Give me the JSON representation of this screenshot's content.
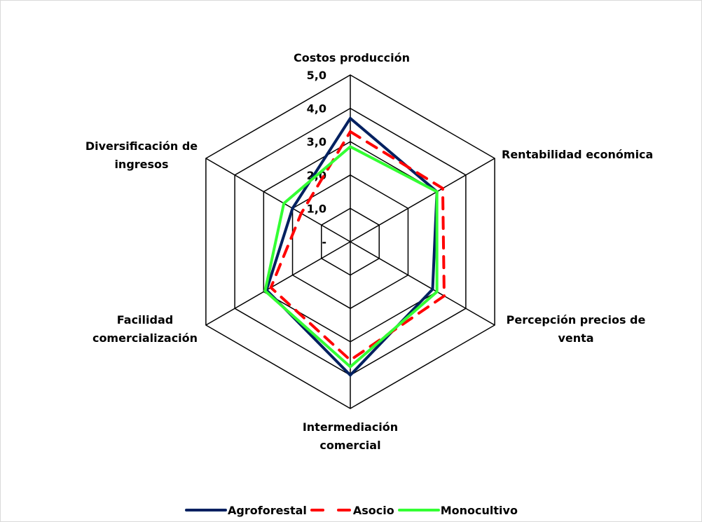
{
  "chart_data": {
    "type": "radar",
    "title": "",
    "categories": [
      "Costos producción",
      "Rentabilidad económica",
      "Percepción precios de venta",
      "Intermediación comercial",
      "Facilidad comercialización",
      "Diversificación de ingresos"
    ],
    "category_label_lines": [
      [
        "Costos producción"
      ],
      [
        "Rentabilidad económica"
      ],
      [
        "Percepción precios de",
        "venta"
      ],
      [
        "Intermediación",
        "comercial"
      ],
      [
        "Facilidad",
        "comercialización"
      ],
      [
        "Diversificación de",
        "ingresos"
      ]
    ],
    "range": [
      0,
      5
    ],
    "ticks": [
      0,
      1,
      2,
      3,
      4,
      5
    ],
    "tick_labels": [
      "-",
      "1,0",
      "2,0",
      "3,0",
      "4,0",
      "5,0"
    ],
    "grid": true,
    "legend_position": "bottom",
    "series": [
      {
        "name": "Agroforestal",
        "color": "#002060",
        "dash": "solid",
        "values": [
          3.7,
          3.0,
          2.85,
          4.0,
          2.9,
          2.0
        ]
      },
      {
        "name": "Asocio",
        "color": "#ff0000",
        "dash": "dashed",
        "values": [
          3.3,
          3.2,
          3.25,
          3.55,
          2.75,
          1.7
        ]
      },
      {
        "name": "Monocultivo",
        "color": "#33ff33",
        "dash": "solid",
        "values": [
          2.85,
          3.0,
          3.0,
          3.75,
          2.95,
          2.3
        ]
      }
    ]
  }
}
